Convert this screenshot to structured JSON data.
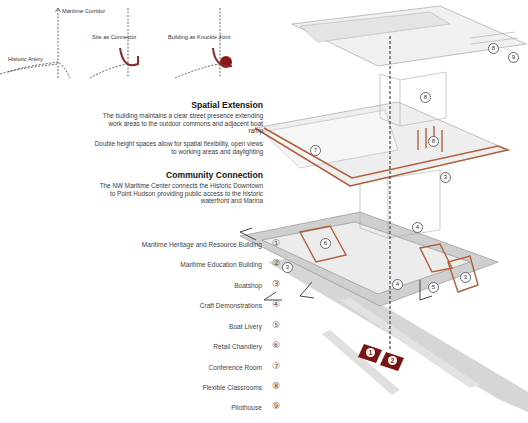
{
  "diagram": {
    "labels": [
      "Maritime Corridor",
      "Historic Artery",
      "Site as Connector",
      "Building as Knuckle Joint",
      "Spatial Extension",
      "The building maintains a clear street presence extending work areas to the outdoor commons and adjacent boat ramp",
      "Double height spaces allow for spatial flexibility, open views to working areas and daylighting",
      "Community Connection",
      "The NW Maritime Center connects the Historic Downtown to Point Hudson providing public access to the historic waterfront and Marina",
      "Maritime Heritage and Resource Building",
      "Maritime Education Building",
      "Boatshop",
      "Craft Demonstrations",
      "Boat Livery",
      "Retail Chandlery",
      "Conference Room",
      "Flexible Classrooms",
      "Pilothouse",
      "①",
      "②",
      "③",
      "④",
      "⑤",
      "⑥",
      "⑦",
      "⑧",
      "⑨",
      "8",
      "9",
      "8",
      "7",
      "8",
      "3",
      "6",
      "3",
      "4",
      "4",
      "5",
      "3",
      "1",
      "2"
    ]
  }
}
